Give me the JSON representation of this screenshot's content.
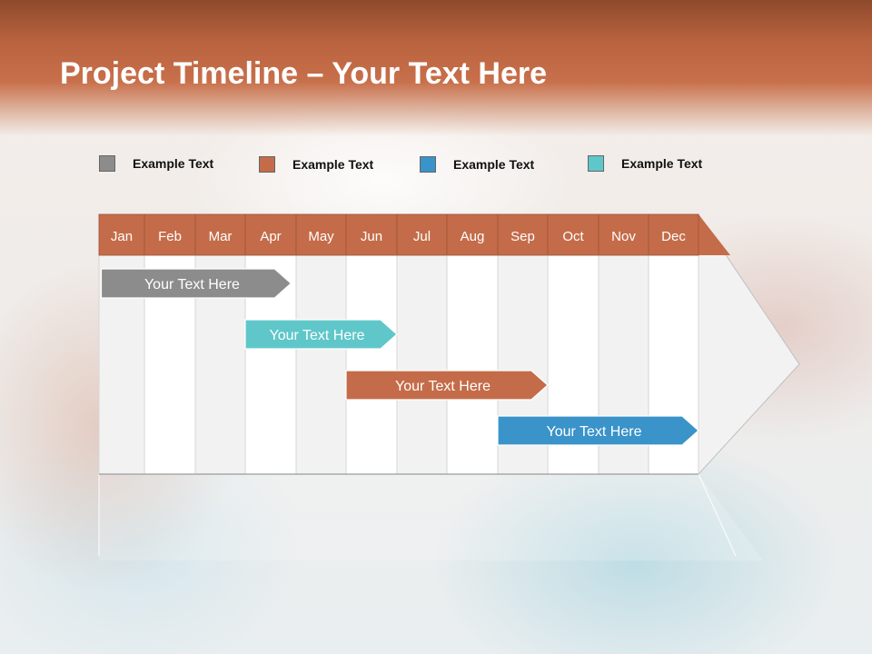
{
  "slide": {
    "title_bold": "Project Timeline",
    "title_rest": " – Your Text Here"
  },
  "legend": [
    {
      "label": "Example Text",
      "color": "#8c8c8c"
    },
    {
      "label": "Example Text",
      "color": "#c46c49"
    },
    {
      "label": "Example Text",
      "color": "#3a93c9"
    },
    {
      "label": "Example Text",
      "color": "#5fc7c9"
    }
  ],
  "colors": {
    "month_header": "#c46c49",
    "column_light": "#f2f2f2",
    "column_white": "#ffffff"
  },
  "chart_data": {
    "type": "gantt",
    "categories": [
      "Jan",
      "Feb",
      "Mar",
      "Apr",
      "May",
      "Jun",
      "Jul",
      "Aug",
      "Sep",
      "Oct",
      "Nov",
      "Dec"
    ],
    "tasks": [
      {
        "label": "Your  Text Here",
        "start": 0.05,
        "end": 3.9,
        "color": "#8c8c8c"
      },
      {
        "label": "Your  Text Here",
        "start": 3.0,
        "end": 6.0,
        "color": "#5fc7c9"
      },
      {
        "label": "Your  Text Here",
        "start": 5.0,
        "end": 9.0,
        "color": "#c46c49"
      },
      {
        "label": "Your  Text Here",
        "start": 8.0,
        "end": 12.0,
        "color": "#3a93c9"
      }
    ]
  }
}
